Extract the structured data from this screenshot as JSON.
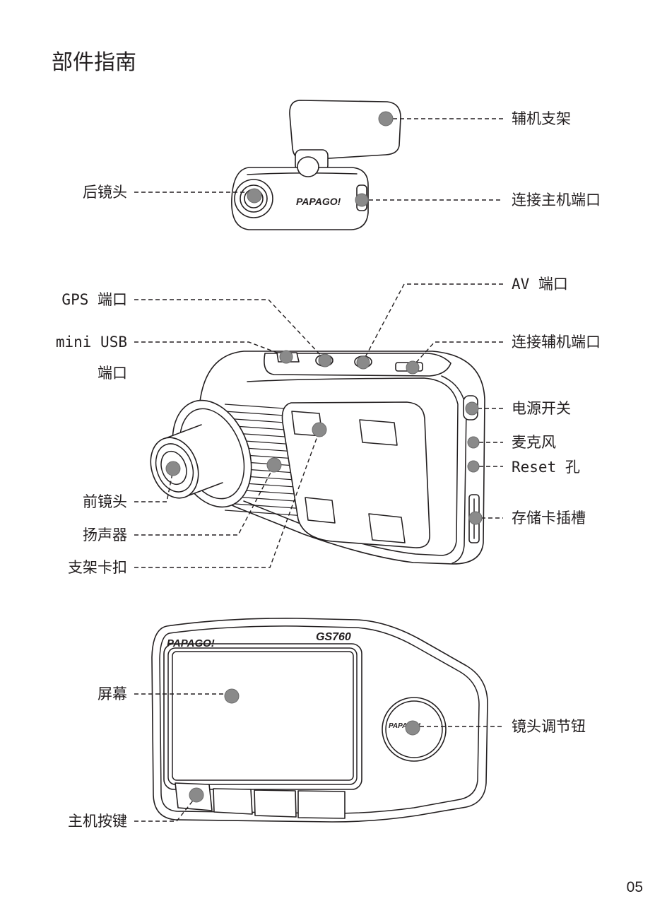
{
  "page": {
    "title": "部件指南",
    "page_number": "05"
  },
  "rear_camera": {
    "logo": "PAPAGO!",
    "labels": {
      "mount": "辅机支架",
      "rear_lens": "后镜头",
      "main_unit_port": "连接主机端口"
    }
  },
  "main_unit": {
    "labels": {
      "gps_port": "GPS 端口",
      "mini_usb_line1": "mini USB",
      "mini_usb_line2": "端口",
      "av_port": "AV 端口",
      "rear_camera_port": "连接辅机端口",
      "power_switch": "电源开关",
      "microphone": "麦克风",
      "reset_hole": "Reset 孔",
      "card_slot": "存储卡插槽",
      "front_lens": "前镜头",
      "speaker": "扬声器",
      "mount_clip": "支架卡扣"
    }
  },
  "front_view": {
    "logo": "PAPAGO!",
    "model": "GS760",
    "knob_logo": "PAPAGO!",
    "labels": {
      "screen": "屏幕",
      "lens_knob": "镜头调节钮",
      "buttons": "主机按键"
    }
  },
  "colors": {
    "line": "#231f20",
    "marker": "#8a8a8a",
    "marker_edge": "#6b6b6b",
    "text": "#231f20",
    "background": "#ffffff"
  }
}
